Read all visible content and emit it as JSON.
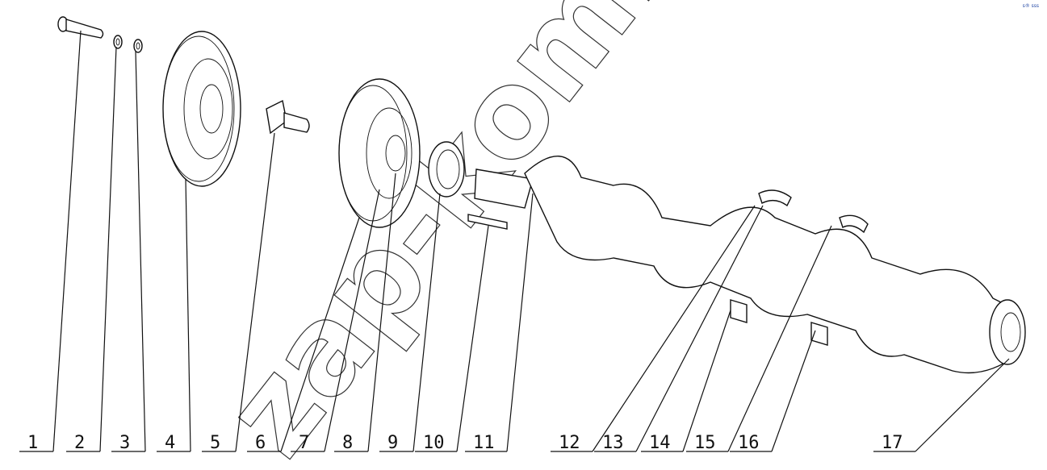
{
  "callouts": [
    {
      "num": "1"
    },
    {
      "num": "2"
    },
    {
      "num": "3"
    },
    {
      "num": "4"
    },
    {
      "num": "5"
    },
    {
      "num": "6"
    },
    {
      "num": "7"
    },
    {
      "num": "8"
    },
    {
      "num": "9"
    },
    {
      "num": "10"
    },
    {
      "num": "11"
    },
    {
      "num": "12"
    },
    {
      "num": "13"
    },
    {
      "num": "14"
    },
    {
      "num": "15"
    },
    {
      "num": "16"
    },
    {
      "num": "17"
    }
  ],
  "watermark": "zap-kom.ru",
  "corner_mark": "s® sss"
}
